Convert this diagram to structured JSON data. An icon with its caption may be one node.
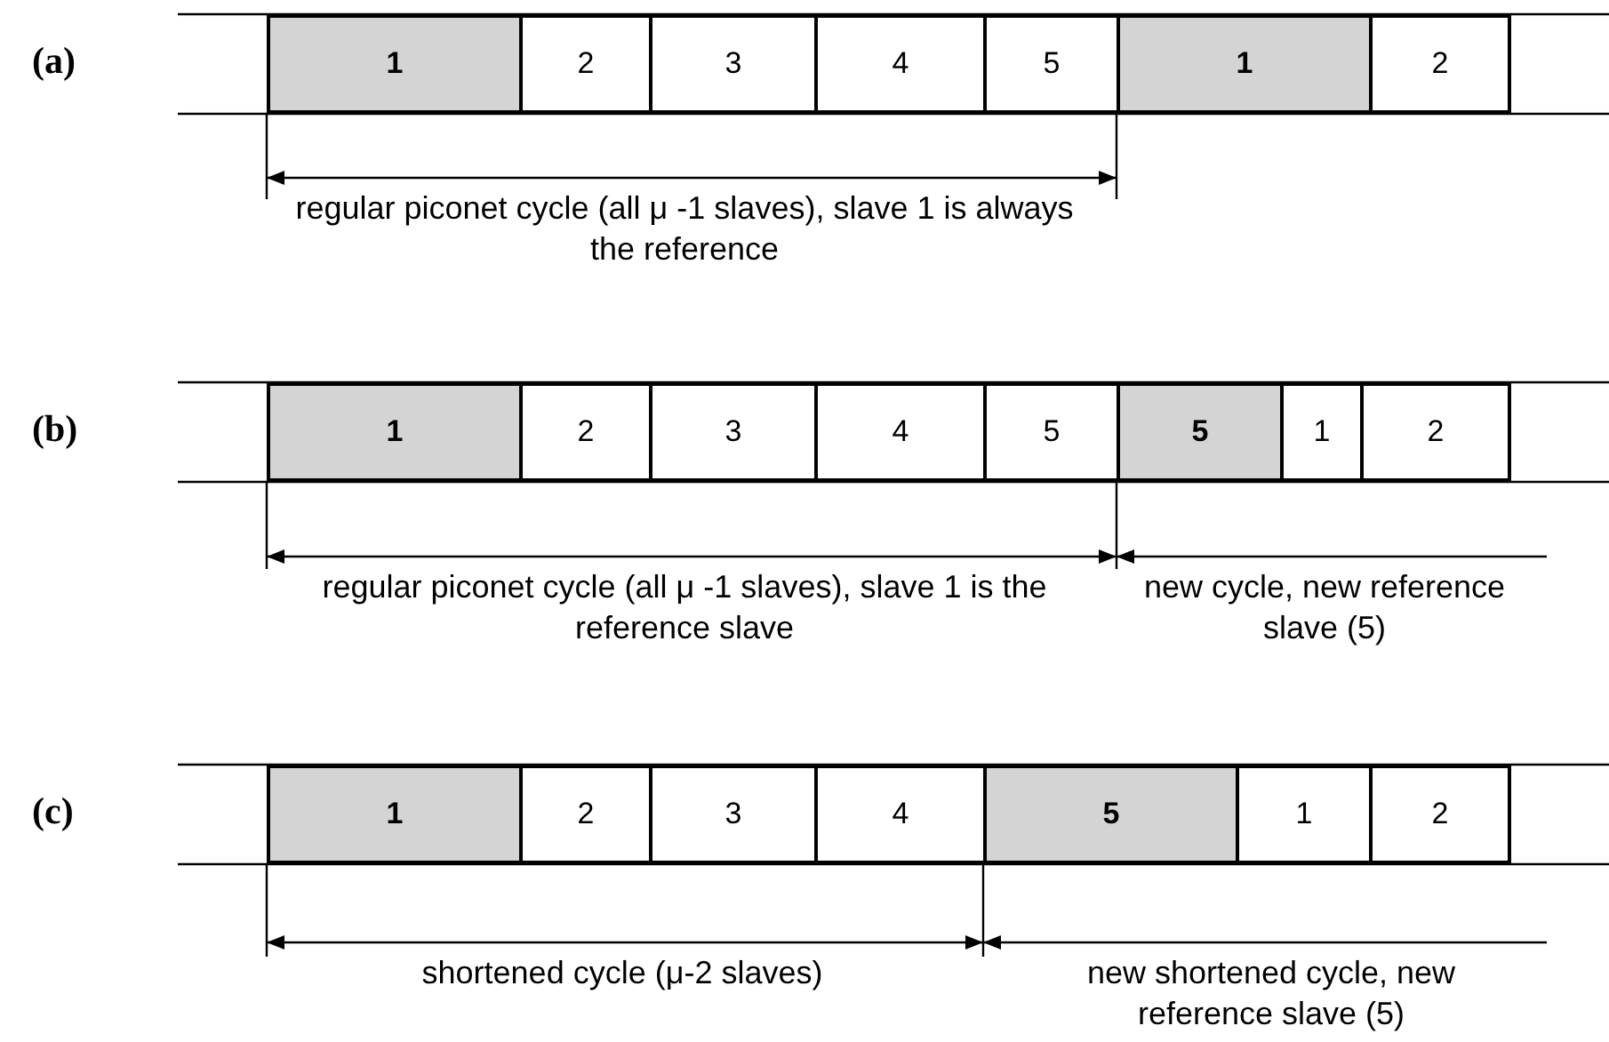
{
  "diagram": {
    "nodes": [
      {
        "text": [
          "1"
        ]
      },
      {
        "text": [
          "2"
        ]
      },
      {
        "text": [
          "3"
        ]
      },
      {
        "text": [
          "4"
        ]
      },
      {
        "text": [
          "5"
        ]
      },
      {
        "text": [
          "1"
        ]
      },
      {
        "text": [
          "2"
        ]
      },
      {
        "text": [
          "1"
        ]
      },
      {
        "text": [
          "2"
        ]
      },
      {
        "text": [
          "3"
        ]
      },
      {
        "text": [
          "4"
        ]
      },
      {
        "text": [
          "5"
        ]
      },
      {
        "text": [
          "5"
        ]
      },
      {
        "text": [
          "1"
        ]
      },
      {
        "text": [
          "2"
        ]
      },
      {
        "text": [
          "1"
        ]
      },
      {
        "text": [
          "2"
        ]
      },
      {
        "text": [
          "3"
        ]
      },
      {
        "text": [
          "4"
        ]
      },
      {
        "text": [
          "5"
        ]
      },
      {
        "text": [
          "1"
        ]
      },
      {
        "text": [
          "2"
        ]
      }
    ],
    "edges": [],
    "labels": [
      "(a)",
      "regular piconet cycle (all μ -1 slaves), slave 1 is always the reference",
      "(b)",
      "regular piconet cycle (all μ -1 slaves), slave 1 is the reference slave",
      "new cycle, new reference slave (5)",
      "(c)",
      "shortened cycle (μ-2 slaves)",
      "new shortened cycle, new reference slave (5)"
    ]
  }
}
